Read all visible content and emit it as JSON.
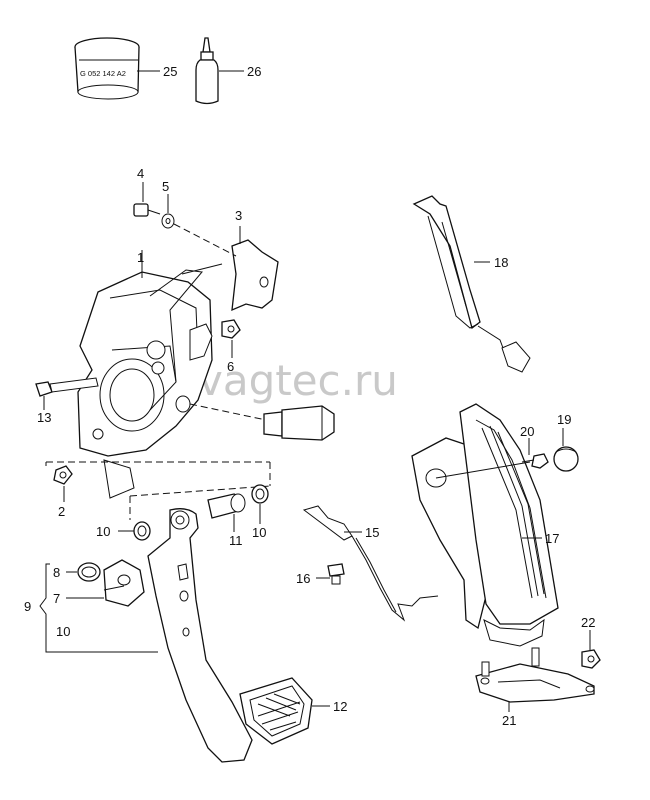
{
  "watermark": "vagtec.ru",
  "tube_label": "G 052 142 A2",
  "callouts": {
    "c1": "1",
    "c2": "2",
    "c3": "3",
    "c4": "4",
    "c5": "5",
    "c6": "6",
    "c7": "7",
    "c8": "8",
    "c9": "9",
    "c10a": "10",
    "c10b": "10",
    "c10c": "10",
    "c11": "11",
    "c12": "12",
    "c13": "13",
    "c15": "15",
    "c16": "16",
    "c17": "17",
    "c18": "18",
    "c19": "19",
    "c20": "20",
    "c21": "21",
    "c22": "22",
    "c25": "25",
    "c26": "26"
  }
}
